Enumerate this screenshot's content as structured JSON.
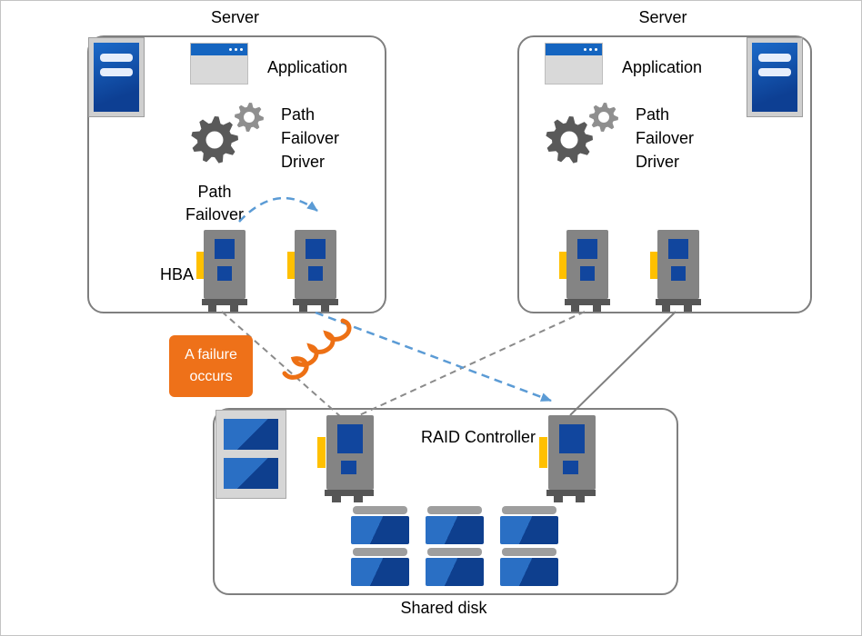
{
  "titles": {
    "server_left": "Server",
    "server_right": "Server",
    "shared_disk": "Shared disk"
  },
  "left_server": {
    "application": "Application",
    "driver": "Path Failover Driver",
    "path_failover": "Path Failover",
    "hba": "HBA"
  },
  "right_server": {
    "application": "Application",
    "driver": "Path Failover Driver"
  },
  "failure_badge": {
    "text": "A failure occurs",
    "color": "#EE7119"
  },
  "shared": {
    "raid_controller": "RAID Controller"
  },
  "colors": {
    "accent_blue": "#1565C0",
    "chip_blue": "#11469e",
    "arrow_blue": "#5B9BD5",
    "line_gray": "#8a8a8a",
    "connector_yellow": "#FFC000",
    "failure_orange": "#EE7119"
  },
  "icons": {
    "server_tower": "server-tower-icon",
    "application_window": "application-window-icon",
    "gears": "gears-icon",
    "hba_card": "hba-icon",
    "raid_card": "raid-controller-icon",
    "disk_enclosure": "disk-enclosure-icon",
    "disk": "disk-icon",
    "failure_coil": "failure-coil-icon"
  }
}
